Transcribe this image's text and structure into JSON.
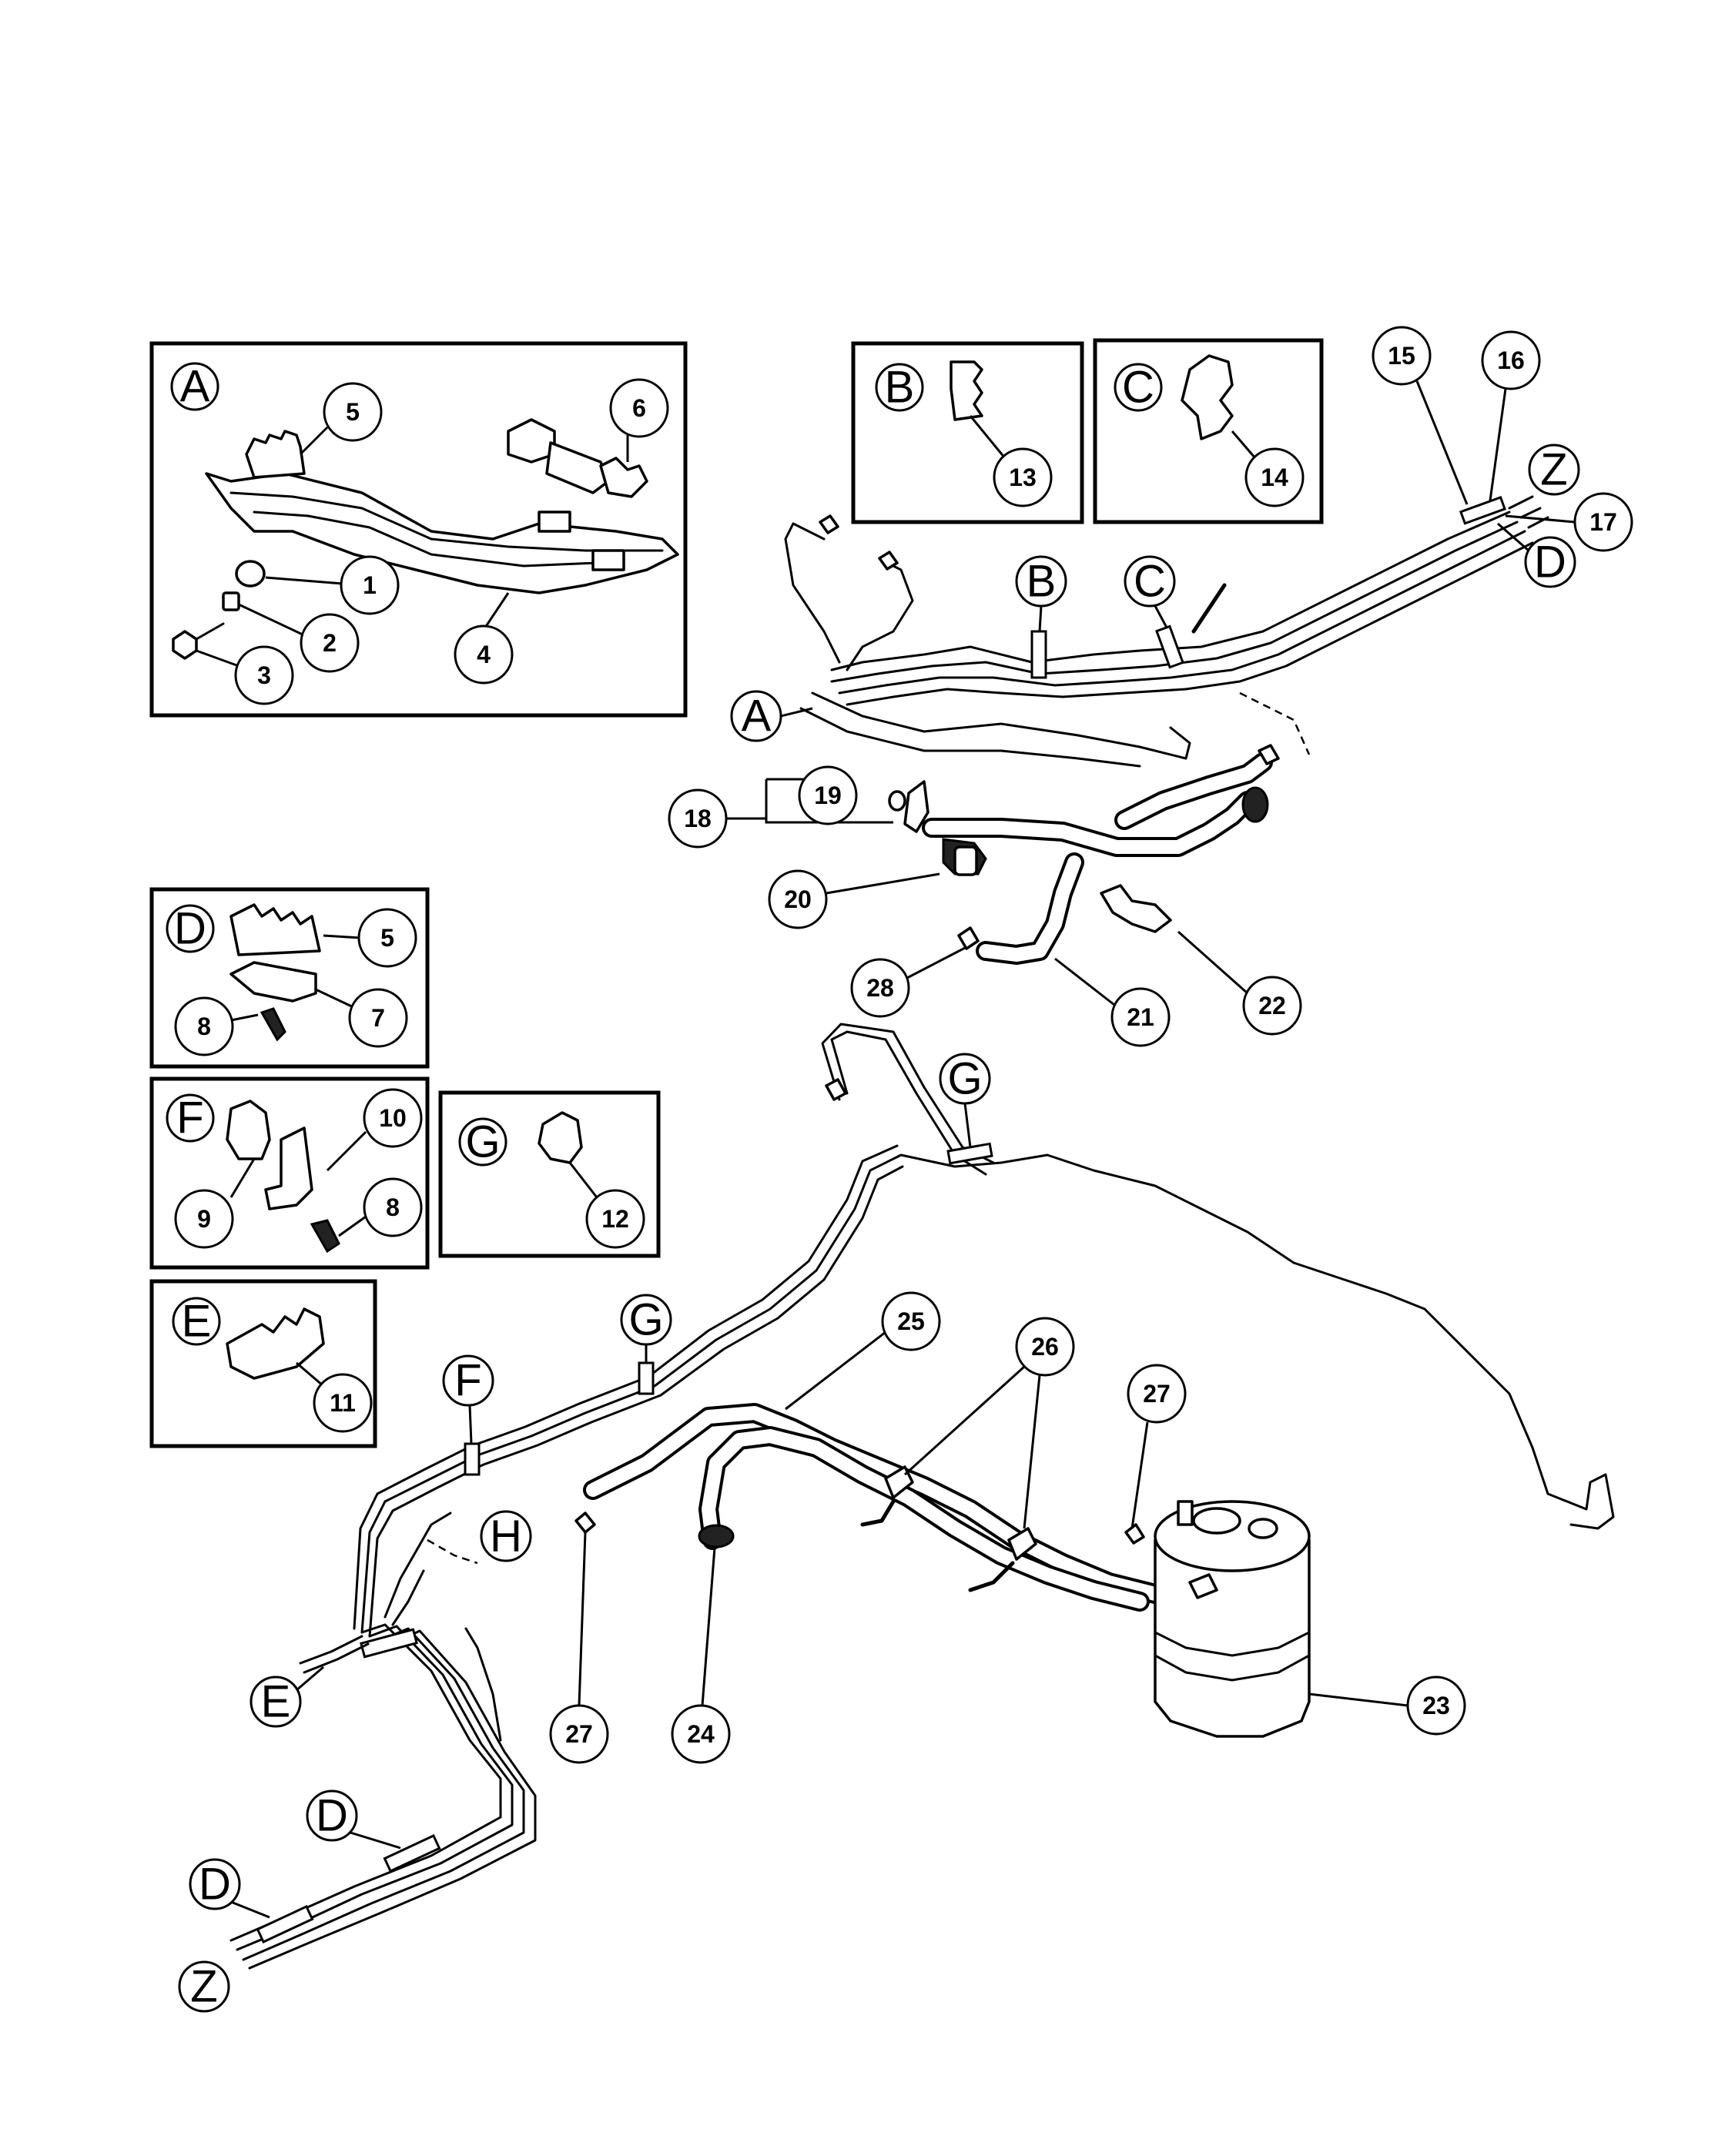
{
  "insets": {
    "A": {
      "letter": "A",
      "callouts": [
        "5",
        "6",
        "1",
        "2",
        "3",
        "4"
      ]
    },
    "B": {
      "letter": "B",
      "callouts": [
        "13"
      ]
    },
    "C": {
      "letter": "C",
      "callouts": [
        "14"
      ]
    },
    "D": {
      "letter": "D",
      "callouts": [
        "5",
        "7",
        "8"
      ]
    },
    "F": {
      "letter": "F",
      "callouts": [
        "10",
        "9",
        "8"
      ]
    },
    "G": {
      "letter": "G",
      "callouts": [
        "12"
      ]
    },
    "E": {
      "letter": "E",
      "callouts": [
        "11"
      ]
    }
  },
  "upper_assembly": {
    "callouts": [
      "15",
      "16",
      "17",
      "18",
      "19",
      "20",
      "21",
      "22",
      "28"
    ],
    "letters": [
      "B",
      "C",
      "A",
      "Z",
      "D"
    ]
  },
  "lower_assembly": {
    "callouts": [
      "25",
      "26",
      "27",
      "27",
      "24",
      "23"
    ],
    "letters": [
      "G",
      "G",
      "F",
      "H",
      "E",
      "D",
      "D",
      "Z"
    ]
  }
}
